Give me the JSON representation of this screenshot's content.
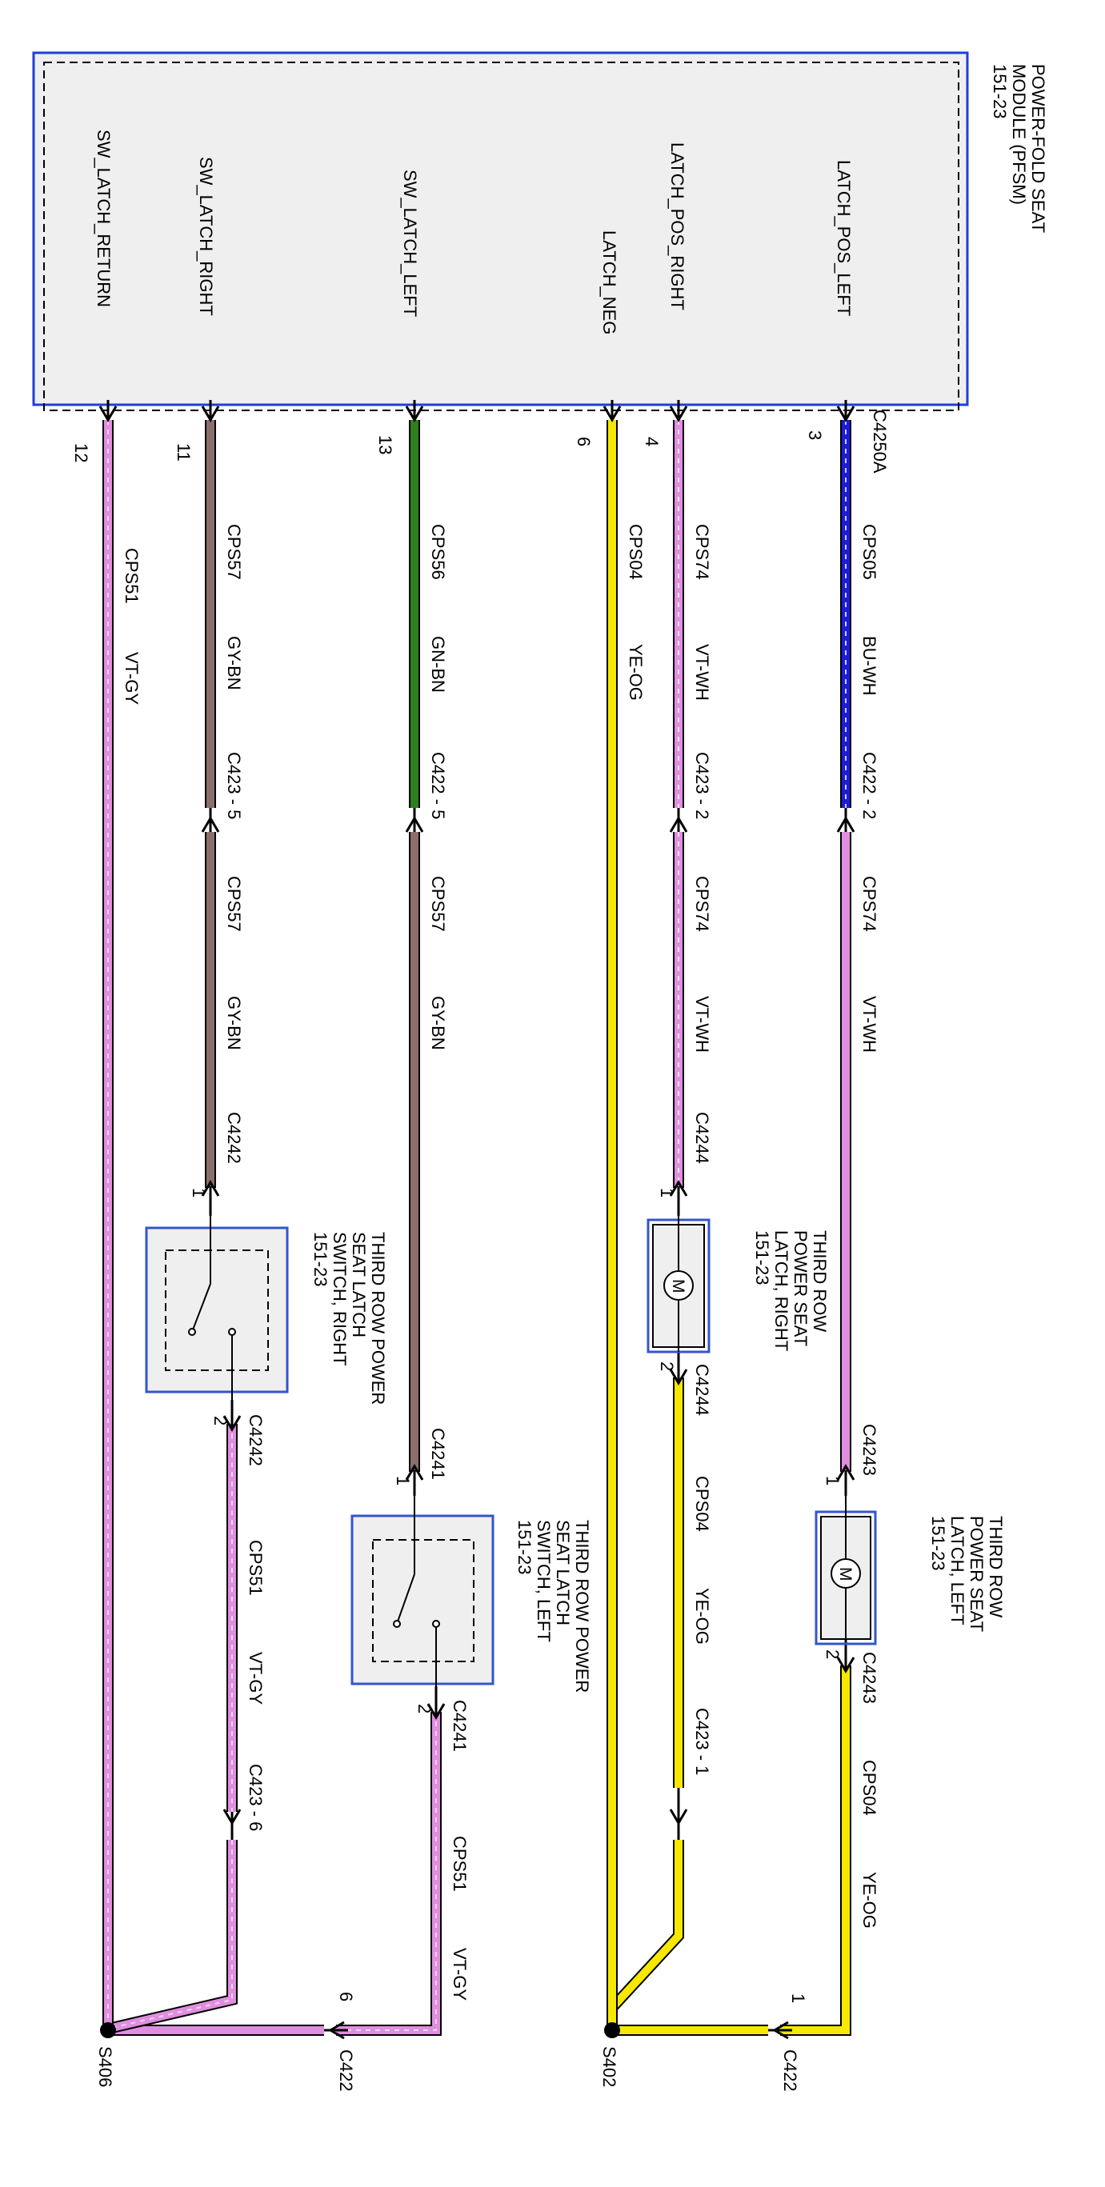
{
  "module": {
    "name_lines": [
      "POWER-FOLD SEAT",
      "MODULE (PFSM)",
      "151-23"
    ],
    "connector": "C4250A",
    "pins": {
      "latch_pos_left": "LATCH_POS_LEFT",
      "latch_pos_right": "LATCH_POS_RIGHT",
      "latch_neg": "LATCH_NEG",
      "sw_latch_left": "SW_LATCH_LEFT",
      "sw_latch_right": "SW_LATCH_RIGHT",
      "sw_latch_return": "SW_LATCH_RETURN"
    },
    "pin_numbers": {
      "p3": "3",
      "p4": "4",
      "p6": "6",
      "p13": "13",
      "p11": "11",
      "p12": "12"
    }
  },
  "circuits": {
    "cps05": "CPS05",
    "cps74": "CPS74",
    "cps04": "CPS04",
    "cps56": "CPS56",
    "cps57": "CPS57",
    "cps51": "CPS51"
  },
  "wire_colors": {
    "bu_wh": "BU-WH",
    "vt_wh": "VT-WH",
    "ye_og": "YE-OG",
    "gn_bn": "GN-BN",
    "gy_bn": "GY-BN",
    "vt_gy": "VT-GY"
  },
  "connectors": {
    "c422_2": "C422 - 2",
    "c423_2": "C423 - 2",
    "c422_5": "C422 - 5",
    "c423_5": "C423 - 5",
    "c423_1": "C423 - 1",
    "c423_6": "C423 - 6",
    "c4243": "C4243",
    "c4244": "C4244",
    "c4241": "C4241",
    "c4242": "C4242",
    "c422": "C422",
    "num_1": "1",
    "num_2": "2",
    "num_6": "6"
  },
  "components": {
    "latch_left": [
      "THIRD ROW",
      "POWER SEAT",
      "LATCH, LEFT",
      "151-23"
    ],
    "latch_right": [
      "THIRD ROW",
      "POWER SEAT",
      "LATCH, RIGHT",
      "151-23"
    ],
    "switch_left": [
      "THIRD ROW POWER",
      "SEAT LATCH",
      "SWITCH, LEFT",
      "151-23"
    ],
    "switch_right": [
      "THIRD ROW POWER",
      "SEAT LATCH",
      "SWITCH, RIGHT",
      "151-23"
    ],
    "motor_symbol": "M"
  },
  "splices": {
    "s402": "S402",
    "s406": "S406"
  },
  "colors": {
    "blue": "#1c1cd6",
    "violet": "#e08ee0",
    "yellow": "#f6e800",
    "green": "#2f7f1f",
    "gray_brown": "#8a6f6a",
    "module_border": "#1f3fd8",
    "component_border": "#3355cc"
  }
}
